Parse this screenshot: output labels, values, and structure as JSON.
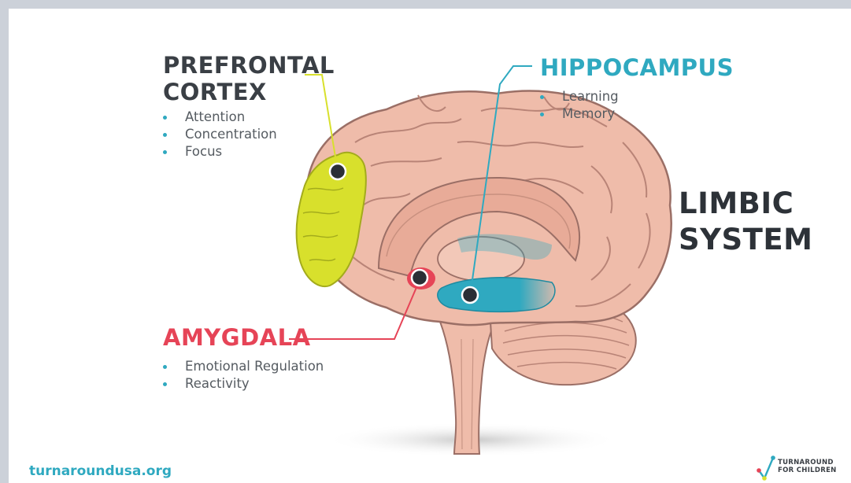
{
  "prefrontal": {
    "title": "PREFRONTAL CORTEX",
    "bullets": [
      "Attention",
      "Concentration",
      "Focus"
    ],
    "color": "#d8e02c"
  },
  "hippocampus": {
    "title": "HIPPOCAMPUS",
    "bullets": [
      "Learning",
      "Memory"
    ],
    "color": "#2fa9c0"
  },
  "amygdala": {
    "title": "AMYGDALA",
    "bullets": [
      "Emotional Regulation",
      "Reactivity"
    ],
    "color": "#e64457"
  },
  "system_label": "LIMBIC SYSTEM",
  "footer": {
    "website": "turnaroundusa.org",
    "logo_text": "TURNAROUND FOR CHILDREN"
  },
  "colors": {
    "brain": "#efbcaa",
    "brain_outline": "#9b6f66",
    "text_dark": "#3a3f45",
    "bullet_dot": "#2fa9c0"
  }
}
